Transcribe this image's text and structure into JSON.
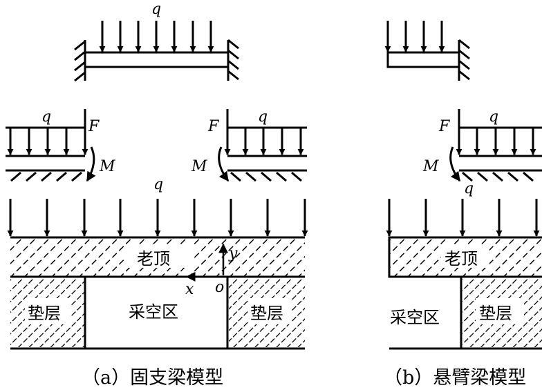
{
  "figure": {
    "panel_a": {
      "caption": "（a）固支梁模型",
      "fixed_beam_load_label": "q",
      "left_half": {
        "load_label": "q",
        "force_label": "F",
        "moment_label": "M"
      },
      "right_half": {
        "load_label": "q",
        "force_label": "F",
        "moment_label": "M"
      },
      "ground_load_label": "q",
      "roof_label": "老顶",
      "goaf_label": "采空区",
      "left_pad_label": "垫层",
      "right_pad_label": "垫层",
      "axis_x_label": "x",
      "axis_y_label": "y",
      "origin_label": "o"
    },
    "panel_b": {
      "caption": "（b）悬臂梁模型",
      "cantilever_half": {
        "load_label": "q",
        "force_label": "F",
        "moment_label": "M",
        "lower_label": "q"
      },
      "roof_label": "老顶",
      "goaf_label": "采空区",
      "pad_label": "垫层"
    },
    "colors": {
      "ink": "#000000",
      "background": "#ffffff"
    }
  }
}
